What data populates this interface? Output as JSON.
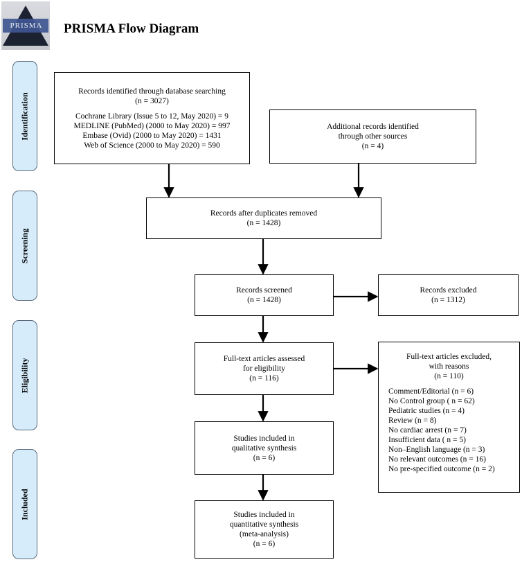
{
  "header": {
    "title": "PRISMA Flow Diagram",
    "logo_text": "PRISMA"
  },
  "stages": {
    "identification": "Identification",
    "screening": "Screening",
    "eligibility": "Eligibility",
    "included": "Included"
  },
  "boxes": {
    "database_search": {
      "lines": [
        "Records identified through database searching",
        "(n = 3027)"
      ],
      "sources": [
        "Cochrane Library (Issue 5 to 12, May 2020) = 9",
        "MEDLINE (PubMed) (2000 to May 2020) = 997",
        "Embase (Ovid) (2000 to May 2020) = 1431",
        "Web of Science (2000 to May 2020) = 590"
      ]
    },
    "other_sources": {
      "lines": [
        "Additional records identified",
        "through other sources",
        "(n = 4)"
      ]
    },
    "duplicates_removed": {
      "lines": [
        "Records after duplicates removed",
        "(n = 1428)"
      ]
    },
    "records_screened": {
      "lines": [
        "Records screened",
        "(n = 1428)"
      ]
    },
    "records_excluded": {
      "lines": [
        "Records excluded",
        "(n = 1312)"
      ]
    },
    "fulltext_assessed": {
      "lines": [
        "Full-text articles assessed",
        "for eligibility",
        "(n = 116)"
      ]
    },
    "fulltext_excluded": {
      "lines": [
        "Full-text articles excluded,",
        "with reasons",
        "(n = 110)"
      ],
      "reasons": [
        "Comment/Editorial (n = 6)",
        "No Control group ( n = 62)",
        "Pediatric studies (n = 4)",
        "Review (n = 8)",
        "No cardiac arrest (n = 7)",
        "Insufficient data ( n = 5)",
        "Non–English language (n = 3)",
        "No relevant outcomes (n = 16)",
        "No pre-specified outcome (n = 2)"
      ]
    },
    "qualitative": {
      "lines": [
        "Studies included in",
        "qualitative synthesis",
        "(n = 6)"
      ]
    },
    "quantitative": {
      "lines": [
        "Studies included in",
        "quantitative synthesis",
        "(meta-analysis)",
        "(n = 6)"
      ]
    }
  }
}
